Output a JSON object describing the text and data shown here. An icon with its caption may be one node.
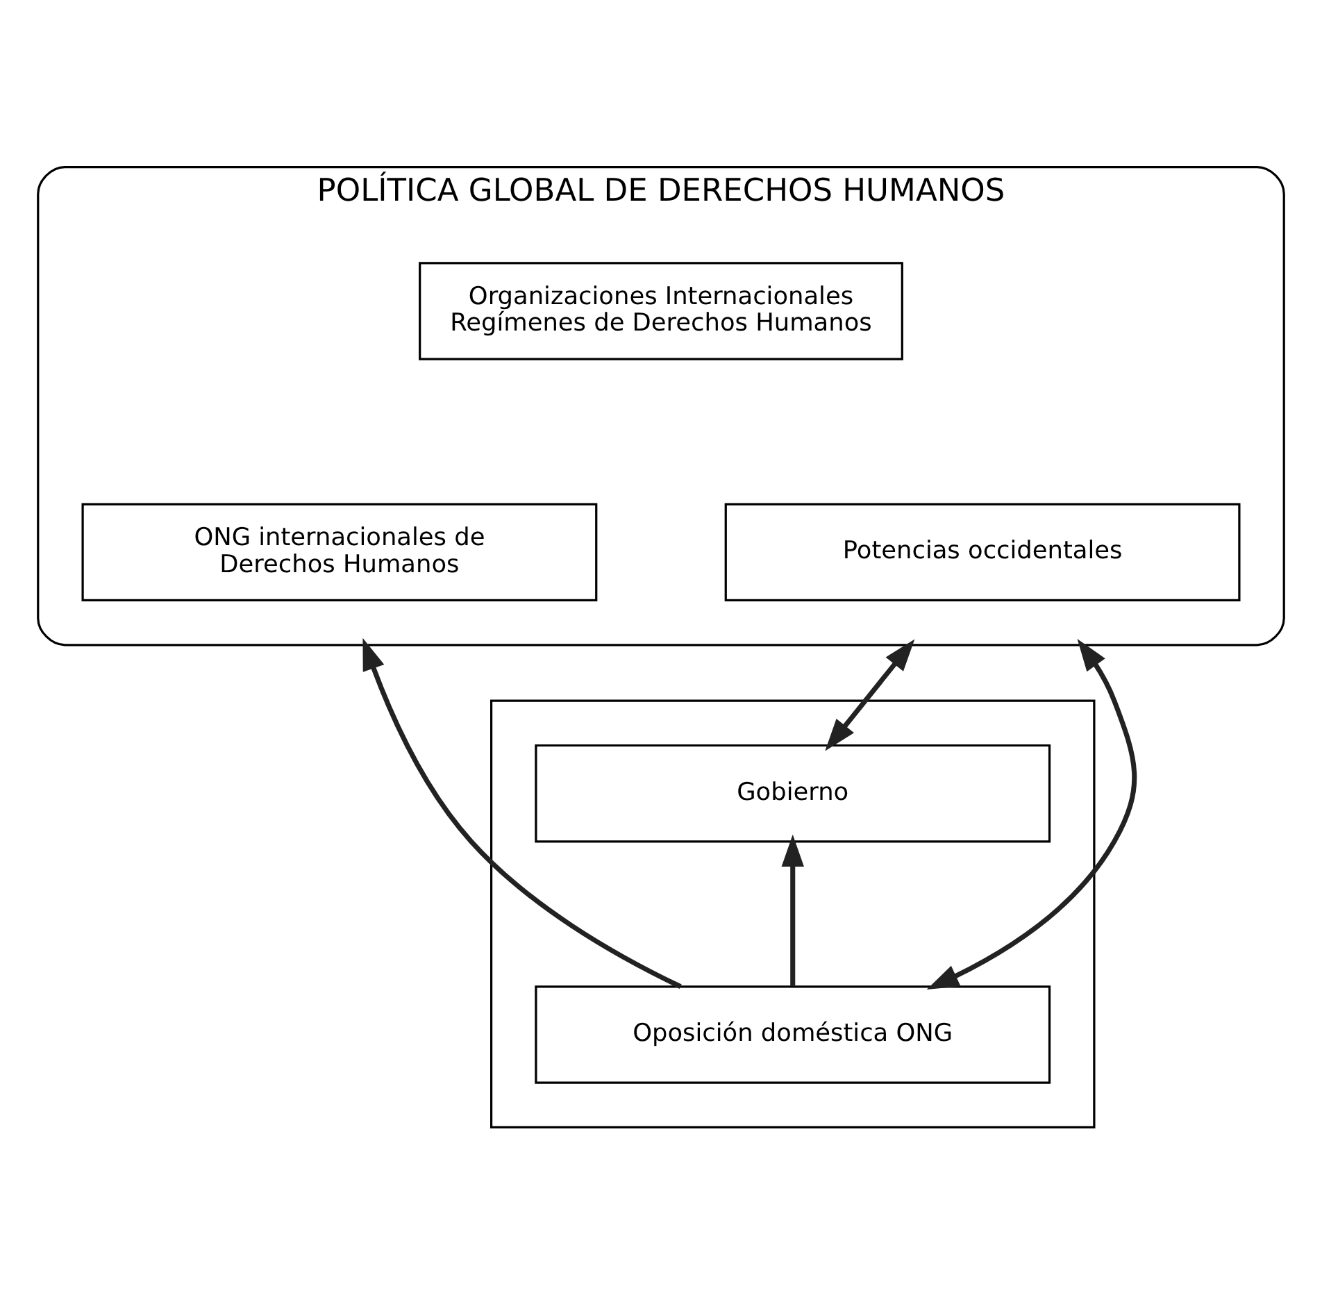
{
  "diagram": {
    "nodes": [
      {
        "text": [
          "POLÍTICA GLOBAL DE DERECHOS HUMANOS"
        ]
      },
      {
        "text": [
          "Organizaciones Internacionales Regímenes de Derechos Humanos"
        ],
        "in": 0
      },
      {
        "text": [
          "ONG internacionales de Derechos Humanos"
        ],
        "in": 0
      },
      {
        "text": [
          "Potencias occidentales"
        ],
        "in": 0
      },
      {
        "text": [],
        "shape": "box"
      },
      {
        "text": [
          "Gobierno"
        ],
        "in": 4
      },
      {
        "text": [
          "Oposición doméstica ONG"
        ],
        "in": 4
      }
    ],
    "edges": [
      {
        "from": 6,
        "to": 5,
        "arrow": "to"
      },
      {
        "from": 6,
        "to": 0,
        "arrow": "to"
      },
      {
        "from": 5,
        "to": 0,
        "arrow": "both"
      },
      {
        "from": 6,
        "to": 0,
        "arrow": "both"
      }
    ]
  }
}
